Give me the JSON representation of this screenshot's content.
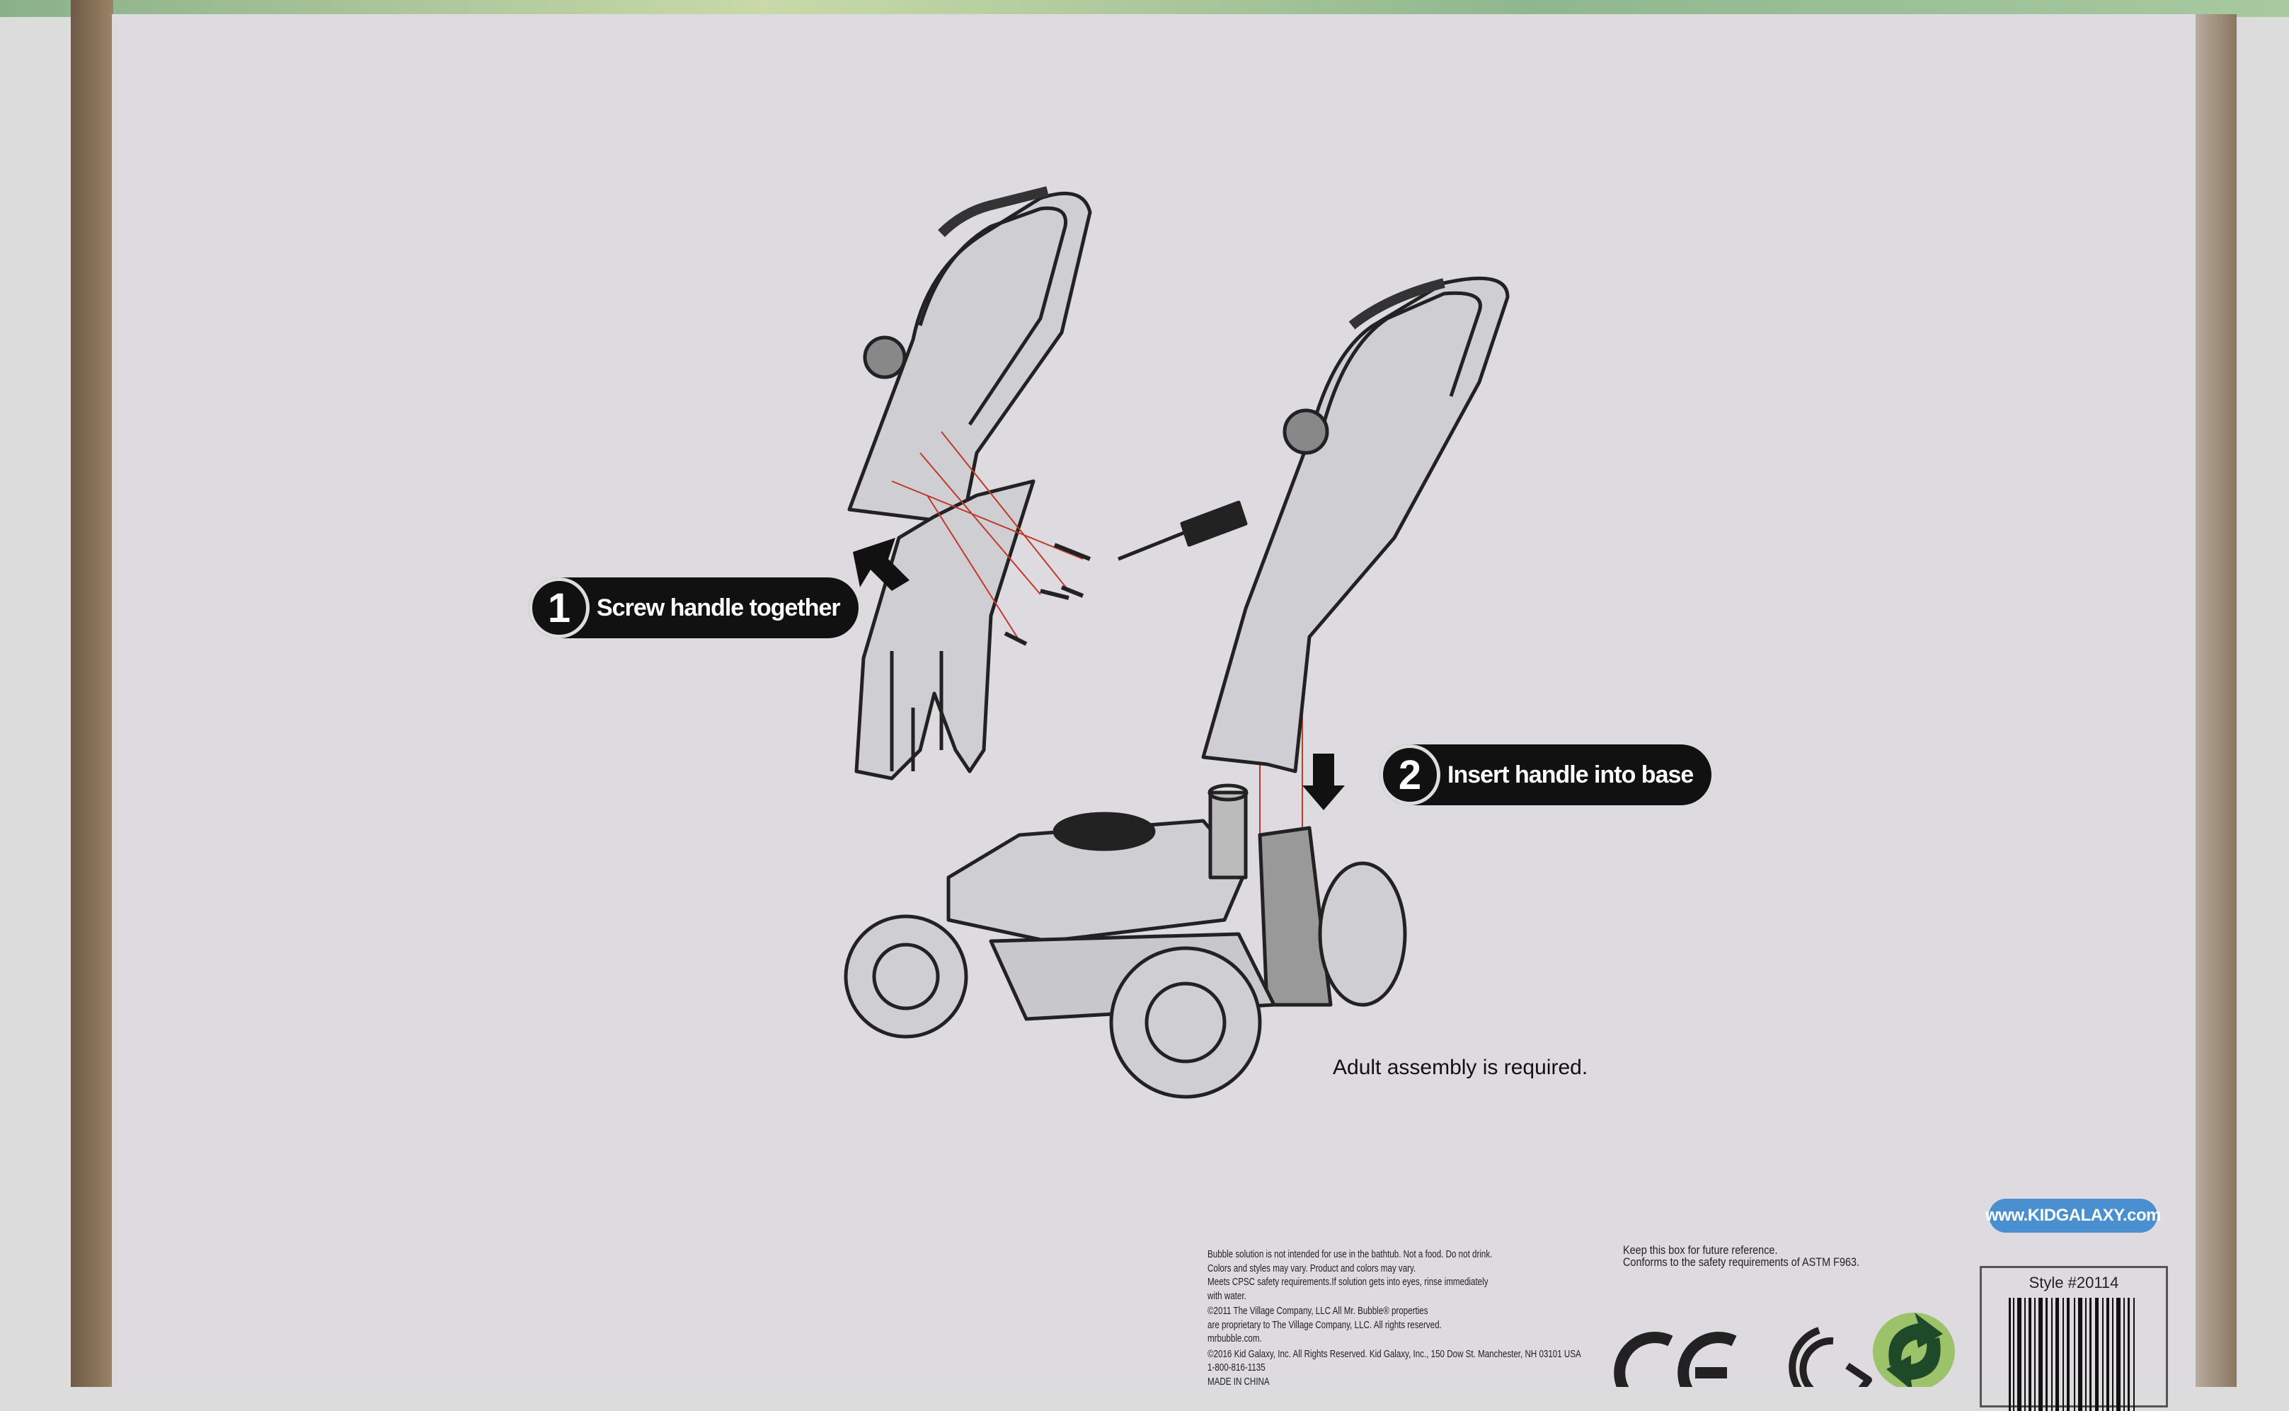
{
  "steps": [
    {
      "number": "1",
      "label": "Screw handle together"
    },
    {
      "number": "2",
      "label": "Insert handle into base"
    }
  ],
  "assembly_note": "Adult assembly is required.",
  "fine_print": [
    "Bubble solution is not intended for use in the bathtub. Not a food.  Do not drink.",
    "Colors and styles may vary. Product and colors may vary.",
    "Meets CPSC safety requirements.If solution gets into eyes, rinse immediately",
    "with water.",
    "©2011 The Village Company, LLC All Mr. Bubble® properties",
    "are proprietary to The Village Company, LLC. All rights reserved.",
    "mrbubble.com.",
    "©2016 Kid Galaxy, Inc. All Rights Reserved. Kid Galaxy, Inc., 150 Dow St. Manchester, NH 03101 USA",
    "1-800-816-1135",
    "MADE IN CHINA"
  ],
  "keep_note": [
    "Keep this box for future reference.",
    "Conforms to the safety requirements of ASTM F963."
  ],
  "website": "www.KIDGALAXY.com",
  "style_number": "Style #20114",
  "colors": {
    "website_badge": "#4a8fcf",
    "green_dot_light": "#9cc26a",
    "green_dot_dark": "#1f4a2a",
    "label_bg": "#111111"
  },
  "icons": [
    "ce-mark-icon",
    "recycle-arrows-icon",
    "green-dot-icon",
    "barcode-icon",
    "arrow-icon",
    "screwdriver-icon"
  ]
}
